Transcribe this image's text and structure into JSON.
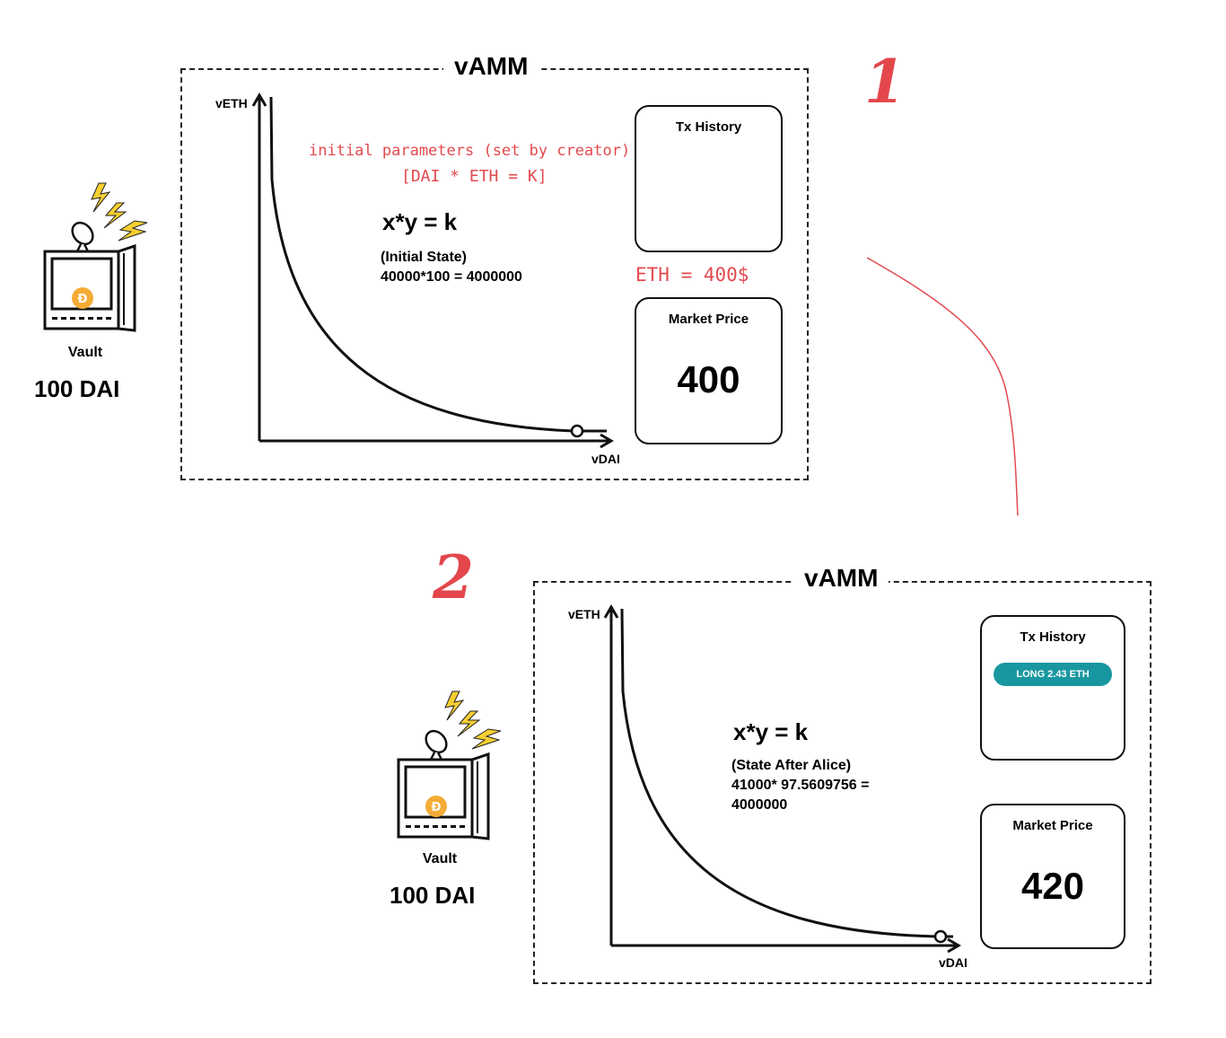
{
  "panel1": {
    "step": "1",
    "title": "vAMM",
    "y_axis": "vETH",
    "x_axis": "vDAI",
    "note_line1": "initial parameters (set by creator)",
    "note_line2": "[DAI * ETH = K]",
    "equation": "x*y = k",
    "state_label": "(Initial State)",
    "state_line": "40000*100 = 4000000",
    "tx_history_title": "Tx History",
    "price_note": "ETH = 400$",
    "market_price_title": "Market Price",
    "market_price": "400",
    "vault_label": "Vault",
    "vault_amount": "100 DAI"
  },
  "panel2": {
    "step": "2",
    "title": "vAMM",
    "y_axis": "vETH",
    "x_axis": "vDAI",
    "equation": "x*y = k",
    "state_label": "(State After Alice)",
    "state_line1": "41000* 97.5609756 =",
    "state_line2": "4000000",
    "tx_history_title": "Tx History",
    "tx_entry": "LONG 2.43 ETH",
    "market_price_title": "Market Price",
    "market_price": "420",
    "vault_label": "Vault",
    "vault_amount": "100 DAI"
  },
  "colors": {
    "accent_red": "#e34a4f",
    "tx_pill": "#1997a0",
    "coin": "#f5ac37",
    "lightning": "#f7cf31"
  },
  "icons": [
    "vault-icon",
    "satellite-dish-icon",
    "lightning-icon",
    "dai-coin-icon"
  ]
}
